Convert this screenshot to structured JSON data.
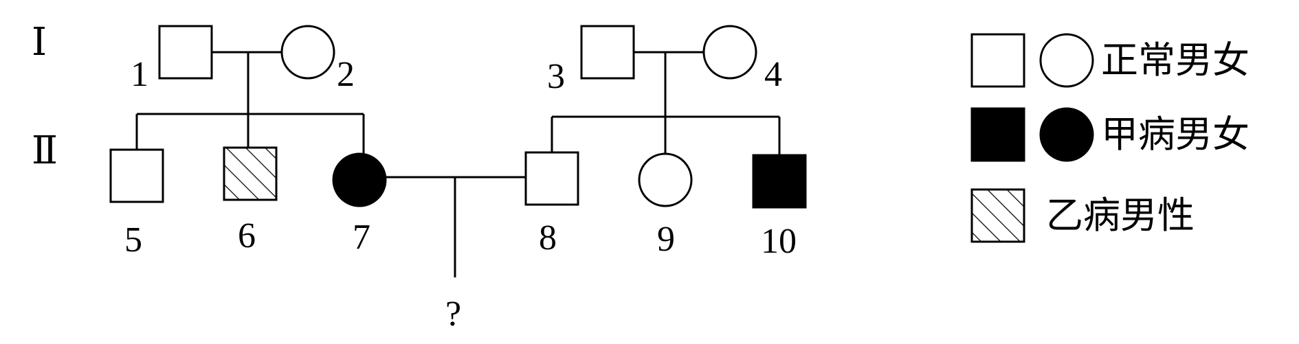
{
  "generations": {
    "gen1": "Ⅰ",
    "gen2": "Ⅱ"
  },
  "individuals": {
    "i1": "1",
    "i2": "2",
    "i3": "3",
    "i4": "4",
    "i5": "5",
    "i6": "6",
    "i7": "7",
    "i8": "8",
    "i9": "9",
    "i10": "10"
  },
  "offspring": "?",
  "legend": {
    "normal": "正常男女",
    "disease_a": "甲病男女",
    "disease_b": "乙病男性"
  }
}
